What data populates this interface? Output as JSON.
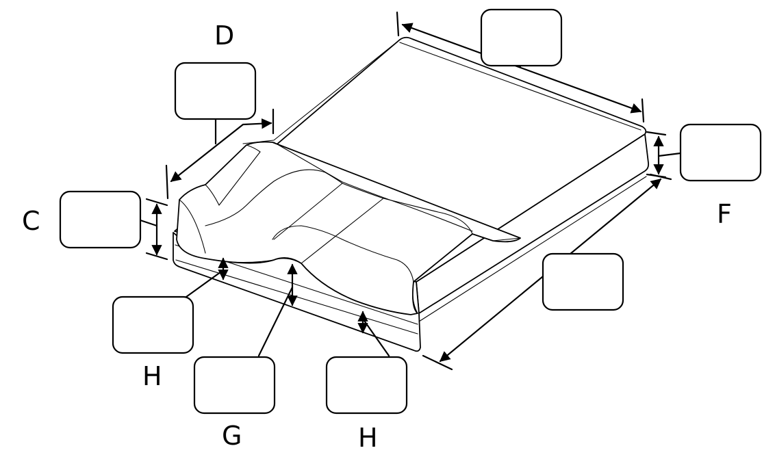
{
  "figure": {
    "letters": {
      "C": "C",
      "D": "D",
      "F": "F",
      "G": "G",
      "H_left": "H",
      "H_right": "H"
    },
    "label_boxes": [
      "box-top",
      "box-d",
      "box-f",
      "box-c",
      "box-side",
      "box-h-left",
      "box-g",
      "box-h-right"
    ]
  }
}
